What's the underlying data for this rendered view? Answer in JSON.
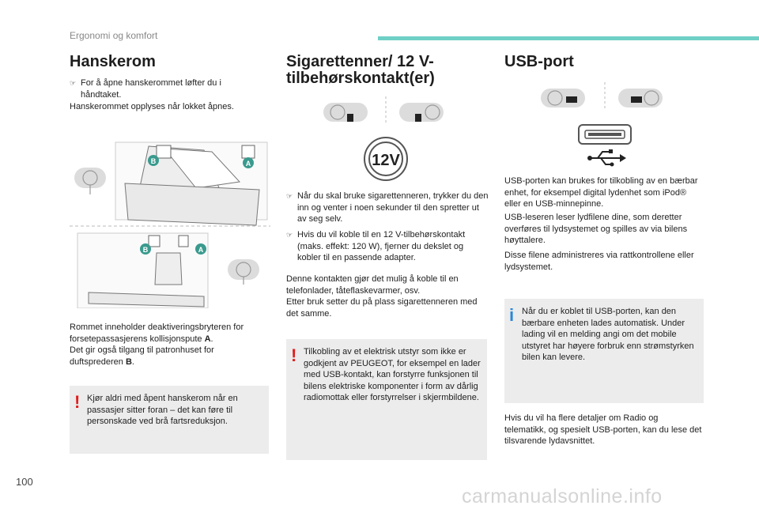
{
  "header": {
    "section": "Ergonomi og komfort"
  },
  "col1": {
    "title": "Hanskerom",
    "bullet": "For å åpne hanskerommet løfter du i håndtaket.",
    "line": "Hanskerommet opplyses når lokket åpnes.",
    "body_1": "Rommet inneholder deaktiveringsbryteren for forsetepassasjerens kollisjonspute ",
    "body_1_bold": "A",
    "body_1_end": ".",
    "body_2": "Det gir også tilgang til patronhuset for duftsprederen ",
    "body_2_bold": "B",
    "body_2_end": ".",
    "label_a": "A",
    "label_b": "B",
    "warning": "Kjør aldri med åpent hanskerom når en passasjer sitter foran – det kan føre til personskade ved brå fartsreduksjon."
  },
  "col2": {
    "title": "Sigarettenner/ 12 V-tilbehørskontakt(er)",
    "badge": "12V",
    "bullet_1": "Når du skal bruke sigarettenneren, trykker du den inn og venter i noen sekunder til den spretter ut av seg selv.",
    "bullet_2": "Hvis du vil koble til en 12 V-tilbehørskontakt (maks. effekt: 120 W), fjerner du dekslet og kobler til en passende adapter.",
    "body_1": "Denne kontakten gjør det mulig å koble til en telefonlader, tåteflaskevarmer, osv.",
    "body_2": "Etter bruk setter du på plass sigarettenneren med det samme.",
    "warning": "Tilkobling av et elektrisk utstyr som ikke er godkjent av PEUGEOT, for eksempel en lader med USB-kontakt, kan forstyrre funksjonen til bilens elektriske komponenter i form av dårlig radiomottak eller forstyrrelser i skjermbildene."
  },
  "col3": {
    "title": "USB-port",
    "body_1": "USB-porten kan brukes for tilkobling av en bærbar enhet, for eksempel digital lydenhet som iPod® eller en USB-minnepinne.",
    "body_2": "USB-leseren leser lydfilene dine, som deretter overføres til lydsystemet og spilles av via bilens høyttalere.",
    "body_3": "Disse filene administreres via rattkontrollene eller lydsystemet.",
    "info": "Når du er koblet til USB-porten, kan den bærbare enheten lades automatisk. Under lading vil en melding angi om det mobile utstyret har høyere forbruk enn strømstyrken bilen kan levere.",
    "footer": "Hvis du vil ha flere detaljer om Radio og telematikk, og spesielt USB-porten, kan du lese det tilsvarende lydavsnittet."
  },
  "page_number": "100",
  "watermark": "carmanualsonline.info",
  "colors": {
    "accent": "#6fd0c6",
    "warning": "#e01d1d",
    "info": "#2a86d8",
    "box": "#ececec"
  }
}
